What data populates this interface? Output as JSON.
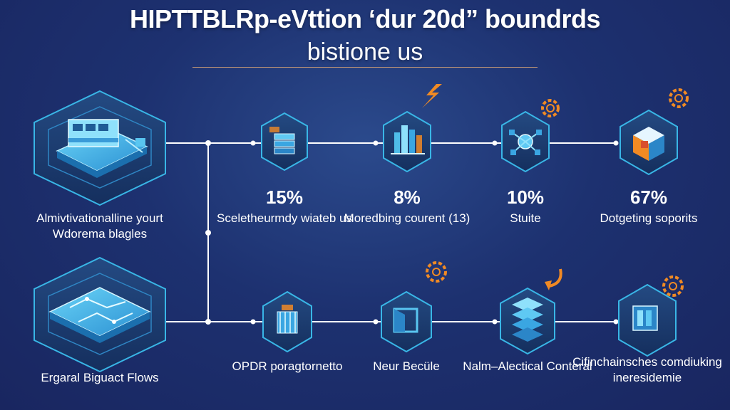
{
  "title": {
    "line1": "HIPTTBLRp-eVttion ‘dur 20d” boundrds",
    "line2": "bistione us"
  },
  "colors": {
    "accent": "#f08a24",
    "line": "#ffffff",
    "hex_border": "#39b6e6",
    "hex_fill": "#1c3a6c"
  },
  "nodes": {
    "left_top": {
      "icon": "server-rack-icon",
      "label": "Almivtivationalline yourt Wdorema blagles"
    },
    "left_bottom": {
      "icon": "circuit-board-icon",
      "label": "Ergaral Biguact Flows"
    },
    "top": [
      {
        "icon": "server-stack-icon",
        "stat": "15%",
        "label": "Sceletheurmdy wiateb us"
      },
      {
        "icon": "city-blocks-icon",
        "badge": "lightning-icon",
        "stat": "8%",
        "label": "Moredbing courent (13)"
      },
      {
        "icon": "network-hub-icon",
        "badge": "gear-icon",
        "stat": "10%",
        "label": "Stuite"
      },
      {
        "icon": "cube-icon",
        "badge": "gear-icon",
        "stat": "67%",
        "label": "Dotgeting soporits"
      }
    ],
    "bottom": [
      {
        "icon": "server-tower-icon",
        "label": "OPDR poragtornetto"
      },
      {
        "icon": "box-icon",
        "badge": "gear-icon",
        "label": "Neur Becüle"
      },
      {
        "icon": "database-stack-icon",
        "badge": "arrow-icon",
        "label": "Nalm–Alectical Conteral"
      },
      {
        "icon": "storage-cube-icon",
        "badge": "gear-icon",
        "label": "Cifinchainsches comdiuking ineresidemie"
      }
    ]
  }
}
